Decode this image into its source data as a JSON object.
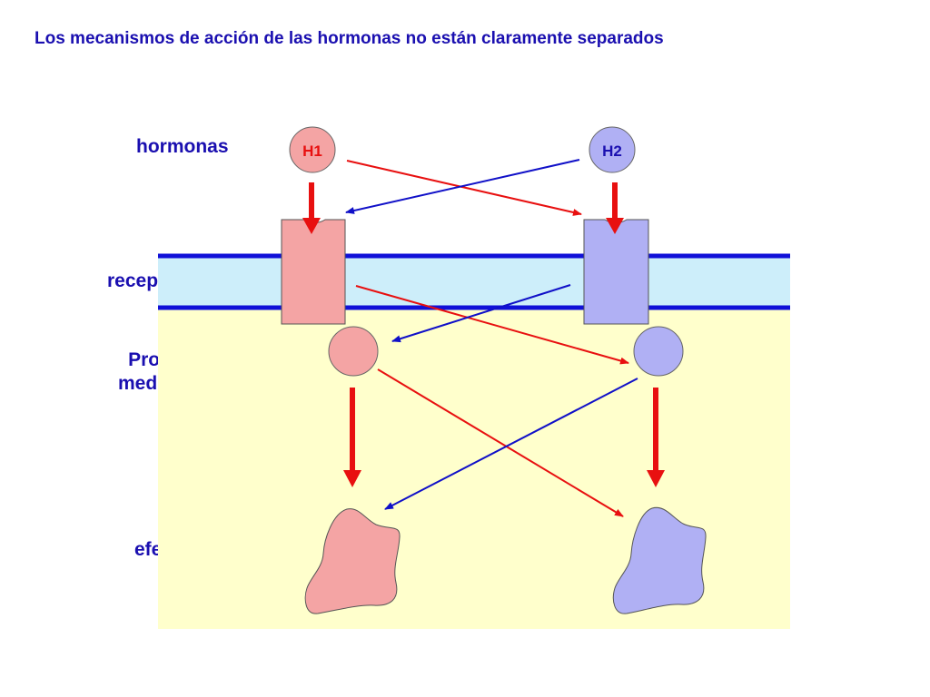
{
  "title": "Los mecanismos de acción de las hormonas no están claramente separados",
  "labels": {
    "hormonas": "hormonas",
    "receptores": "receptores",
    "proteinas_line1": "Proteínas",
    "proteinas_line2": "mediadoras",
    "efectores": "efectores"
  },
  "hormones": [
    {
      "id": "h1",
      "label": "H1"
    },
    {
      "id": "h2",
      "label": "H2"
    }
  ],
  "colors": {
    "text_blue": "#1a0fb0",
    "red_arrow": "#e81010",
    "blue_arrow": "#1010c8",
    "pink": "#f4a4a4",
    "lavender": "#b0b0f4",
    "membrane_fill": "#cdeefa",
    "membrane_border": "#1010d8",
    "cytoplasm": "#ffffcc"
  }
}
